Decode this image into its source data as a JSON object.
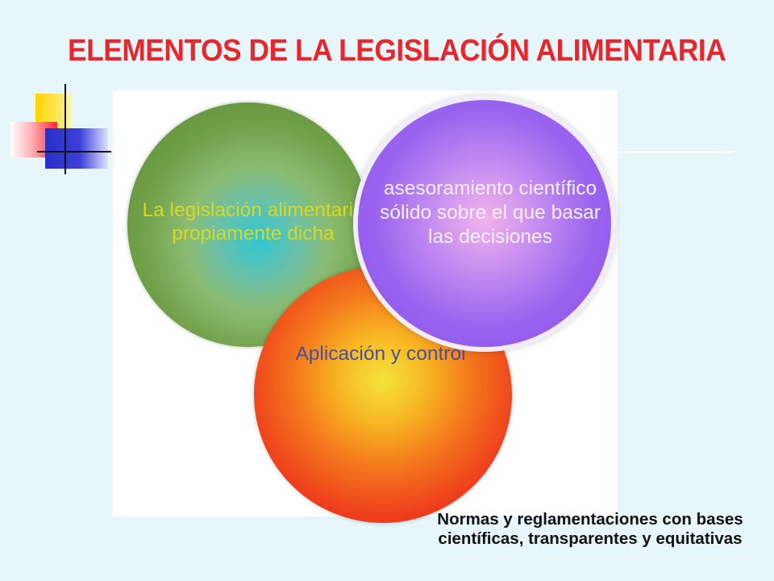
{
  "slide": {
    "title": "ELEMENTOS DE LA LEGISLACIÓN ALIMENTARIA",
    "footnote": "Normas y reglamentaciones con bases científicas, transparentes y equitativas"
  },
  "diagram": {
    "circles": [
      {
        "id": "legislacion",
        "label": "La legislación alimentaria propiamente dicha",
        "color": "#6f9f47",
        "text_color": "#d9d81e"
      },
      {
        "id": "aplicacion",
        "label": "Aplicación y control",
        "color": "#ee3d1c",
        "text_color": "#4a4f9a"
      },
      {
        "id": "asesoramiento",
        "label": "asesoramiento científico sólido sobre el que basar las decisiones",
        "color": "#9a64ef",
        "text_color": "#f3f0fb"
      }
    ]
  },
  "colors": {
    "background": "#e6f6fb",
    "title": "#e8262c"
  }
}
